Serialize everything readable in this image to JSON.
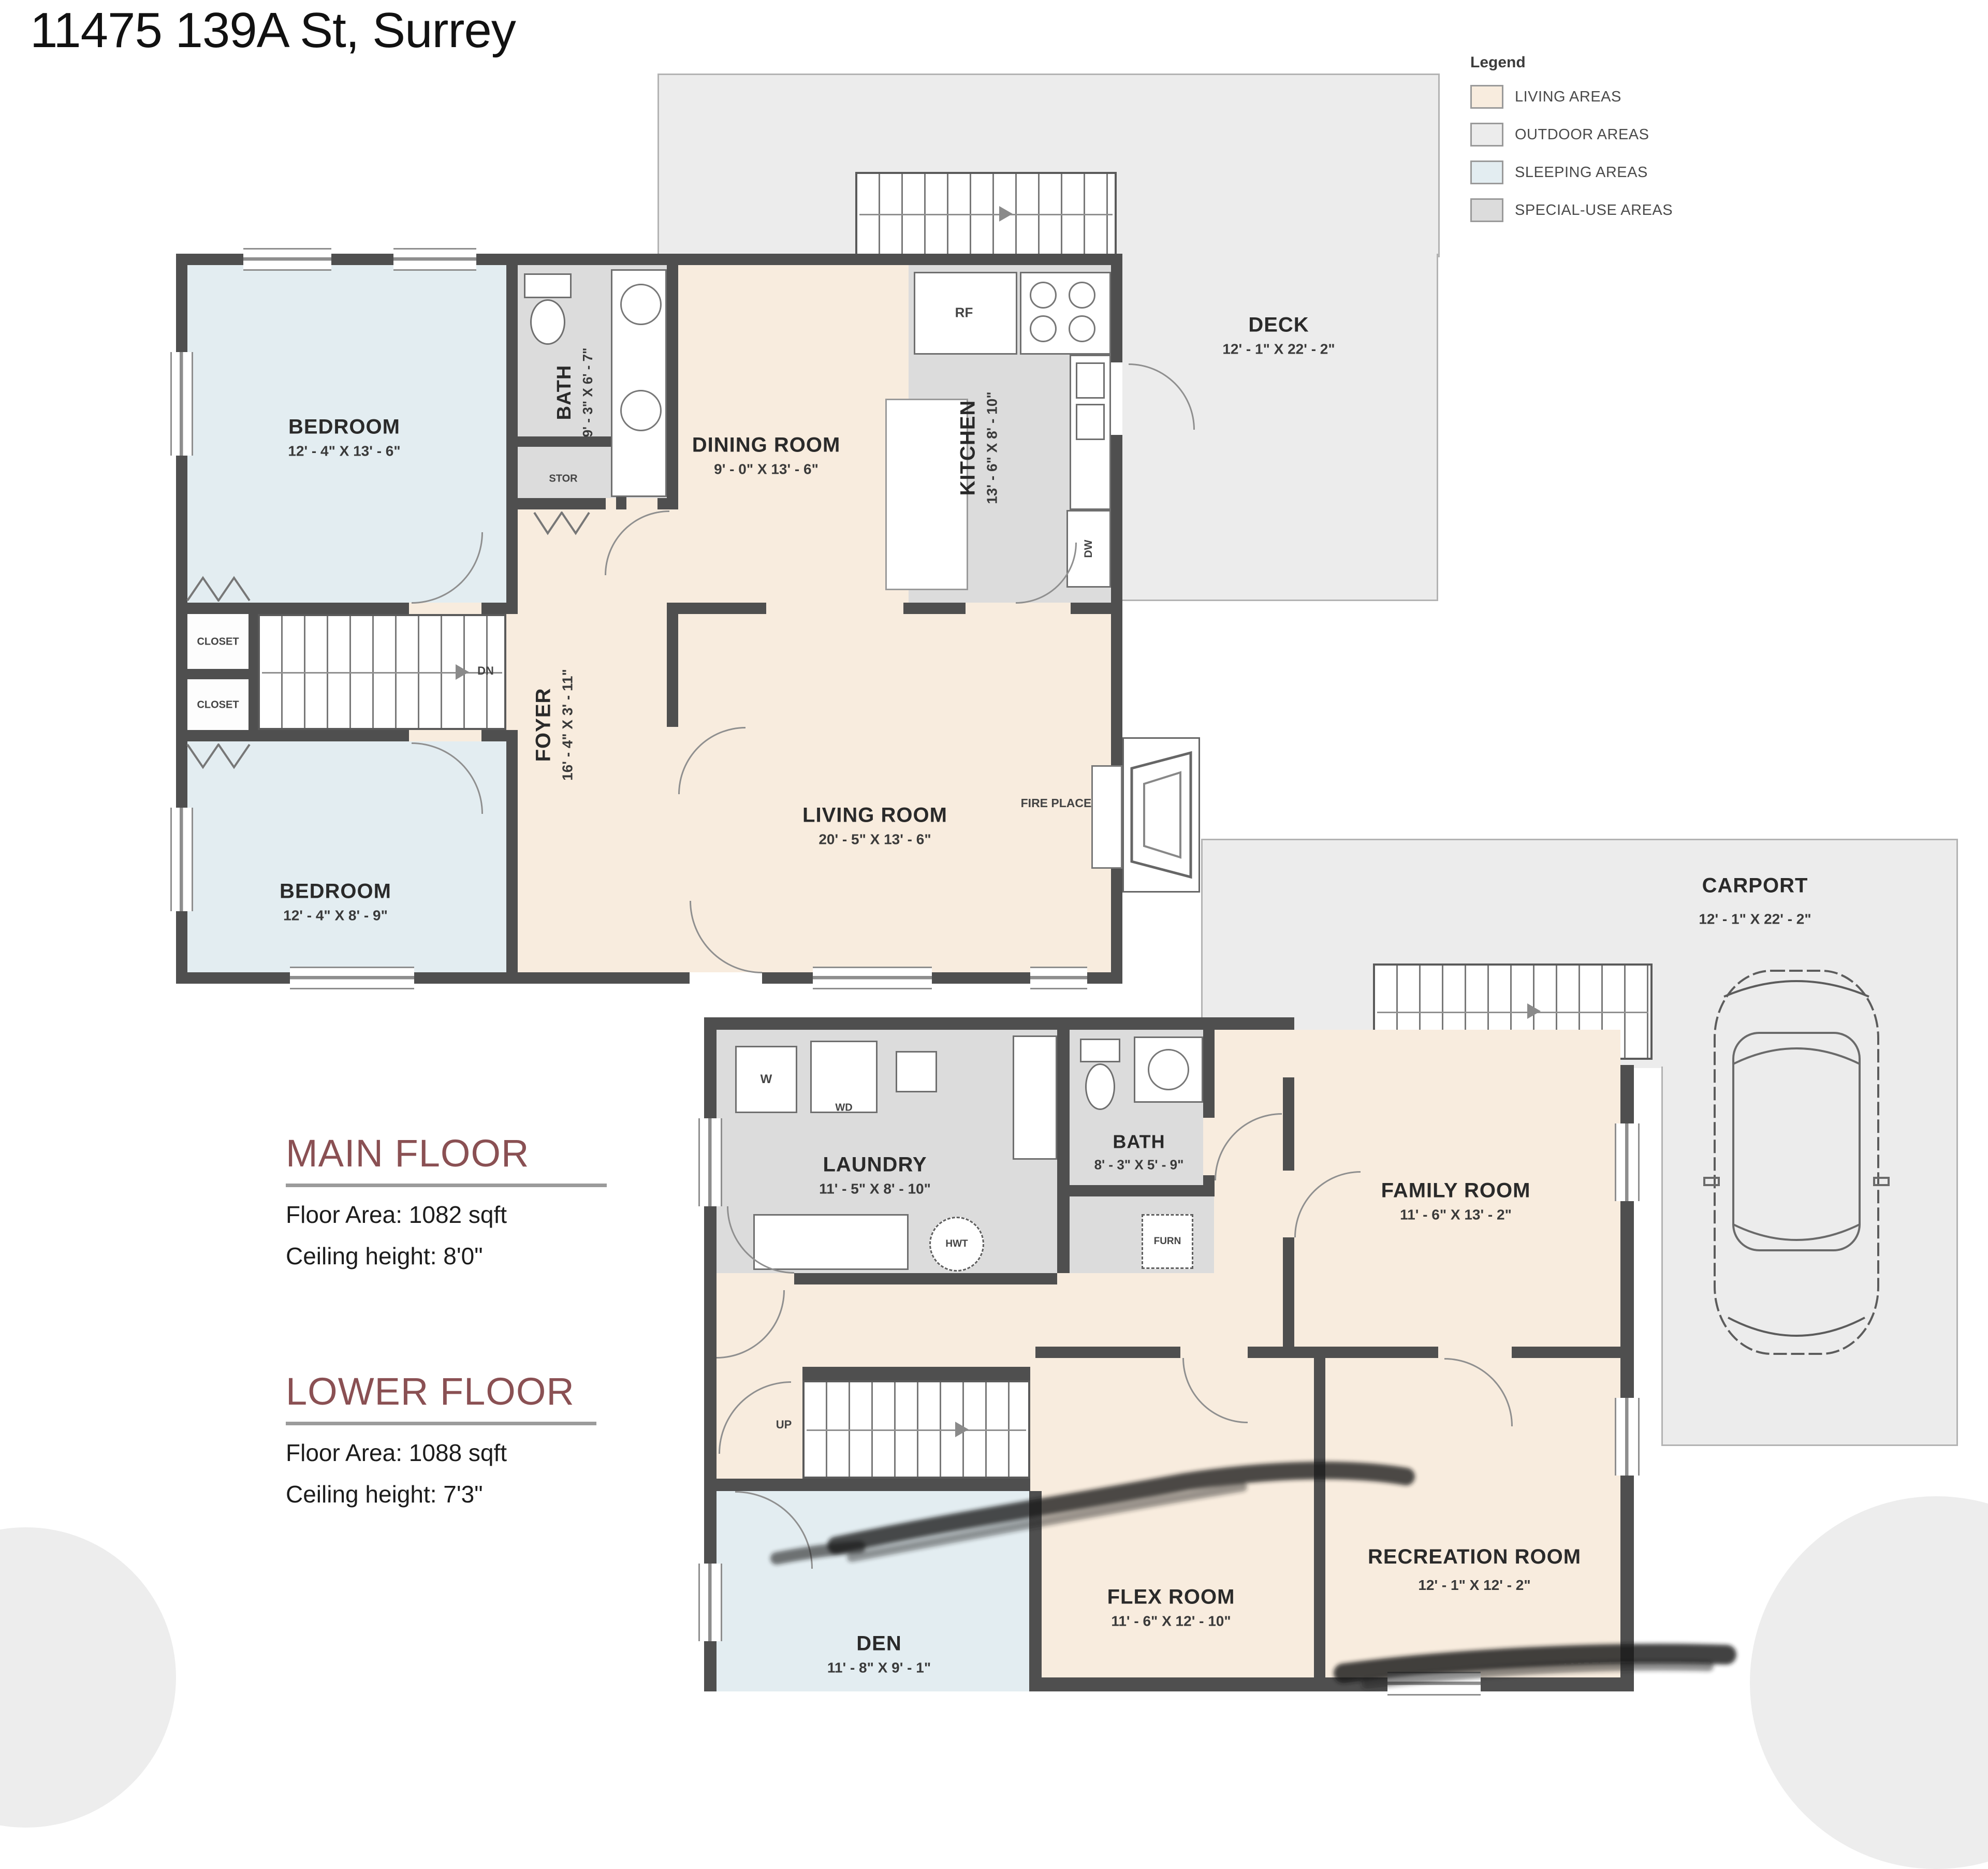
{
  "title": "11475 139A St, Surrey",
  "legend": {
    "heading": "Legend",
    "items": [
      {
        "label": "LIVING AREAS"
      },
      {
        "label": "OUTDOOR AREAS"
      },
      {
        "label": "SLEEPING AREAS"
      },
      {
        "label": "SPECIAL-USE AREAS"
      }
    ]
  },
  "floor_info": {
    "main": {
      "heading": "MAIN FLOOR",
      "floor_area": "Floor Area: 1082 sqft",
      "ceiling_height": "Ceiling height: 8'0\""
    },
    "lower": {
      "heading": "LOWER FLOOR",
      "floor_area": "Floor Area: 1088 sqft",
      "ceiling_height": "Ceiling height: 7'3\""
    }
  },
  "main_floor": {
    "bedroom1": {
      "name": "BEDROOM",
      "dims": "12' - 4\" X 13' - 6\""
    },
    "bath": {
      "name": "BATH",
      "dims": "9' - 3\" X 6' - 7\""
    },
    "stor": {
      "name": "STOR"
    },
    "dining": {
      "name": "DINING ROOM",
      "dims": "9' - 0\" X 13' - 6\""
    },
    "kitchen": {
      "name": "KITCHEN",
      "dims": "13' - 6\" X 8' - 10\""
    },
    "deck": {
      "name": "DECK",
      "dims": "12' - 1\" X 22' - 2\""
    },
    "foyer": {
      "name": "FOYER",
      "dims": "16' - 4\" X 3' - 11\""
    },
    "living": {
      "name": "LIVING ROOM",
      "dims": "20' - 5\" X 13' - 6\""
    },
    "bedroom2": {
      "name": "BEDROOM",
      "dims": "12' - 4\" X 8' - 9\""
    },
    "closet_top": {
      "name": "CLOSET"
    },
    "closet_bottom": {
      "name": "CLOSET"
    },
    "fireplace": {
      "name": "FIRE PLACE"
    },
    "labels": {
      "rf": "RF",
      "dw": "DW",
      "dn": "DN"
    }
  },
  "lower_floor": {
    "carport": {
      "name": "CARPORT",
      "dims": "12' - 1\" X 22' - 2\""
    },
    "laundry": {
      "name": "LAUNDRY",
      "dims": "11' - 5\" X 8' - 10\""
    },
    "bath": {
      "name": "BATH",
      "dims": "8' - 3\" X 5' - 9\""
    },
    "family": {
      "name": "FAMILY ROOM",
      "dims": "11' - 6\" X 13' - 2\""
    },
    "den": {
      "name": "DEN",
      "dims": "11' - 8\" X 9' - 1\""
    },
    "flex": {
      "name": "FLEX ROOM",
      "dims": "11' - 6\" X 12' - 10\""
    },
    "rec": {
      "name": "RECREATION ROOM",
      "dims": "12' - 1\" X 12' - 2\""
    },
    "labels": {
      "up": "UP",
      "w": "W",
      "wd": "WD",
      "hwt": "HWT",
      "furn": "FURN"
    }
  },
  "colors": {
    "living-area": "#f8ecde",
    "sleeping-area": "#e3edf1",
    "special-area": "#dcdcdc",
    "outdoor-area": "#ececec",
    "wall": "#4f4f4f",
    "floor-heading": "#8a5053"
  }
}
